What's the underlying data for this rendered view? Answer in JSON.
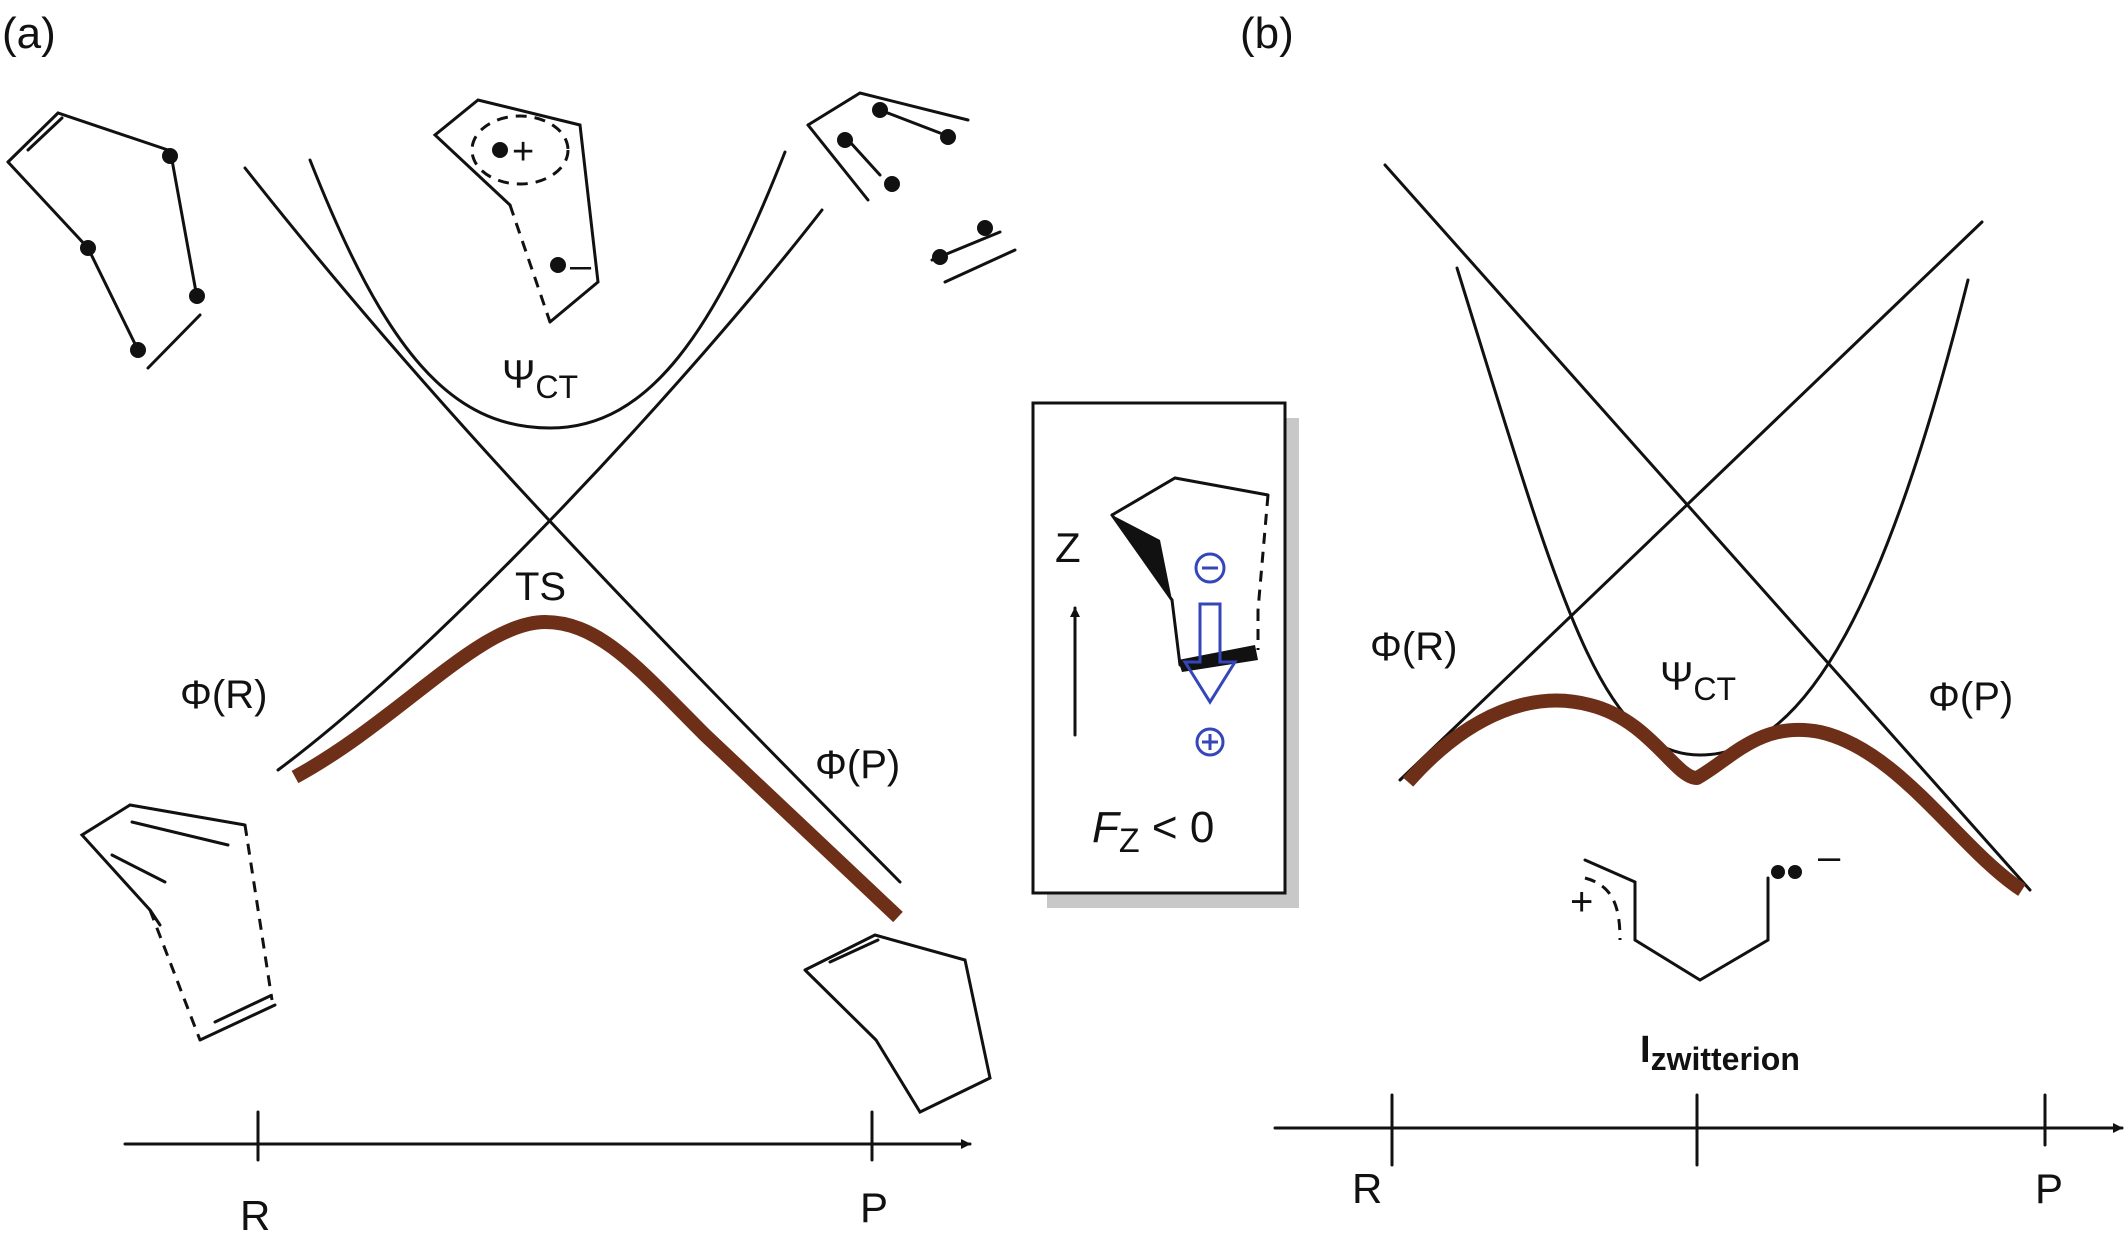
{
  "panel_a": {
    "tag": "(a)",
    "psi_ct": "Ψ",
    "psi_ct_sub": "CT",
    "ts": "TS",
    "phi_r": "Φ(R)",
    "phi_p": "Φ(P)",
    "axis_left": "R",
    "axis_right": "P",
    "charge_plus": "+",
    "charge_minus": "–"
  },
  "inset": {
    "axis": "Z",
    "neg": "⊖",
    "pos": "⊕",
    "field_var": "F",
    "field_sub": "Z",
    "field_rel": " < 0",
    "accent": "#3446b8"
  },
  "panel_b": {
    "tag": "(b)",
    "phi_r": "Φ(R)",
    "psi_ct": "Ψ",
    "psi_ct_sub": "CT",
    "phi_p": "Φ(P)",
    "int_label": "I",
    "int_sub": "zwitterion",
    "axis_left": "R",
    "axis_right": "P",
    "charge_plus": "+",
    "charge_minus": "–"
  },
  "colors": {
    "ground_state": "#6e2f18",
    "ink": "#111111",
    "shadow": "#c8c8c8"
  }
}
